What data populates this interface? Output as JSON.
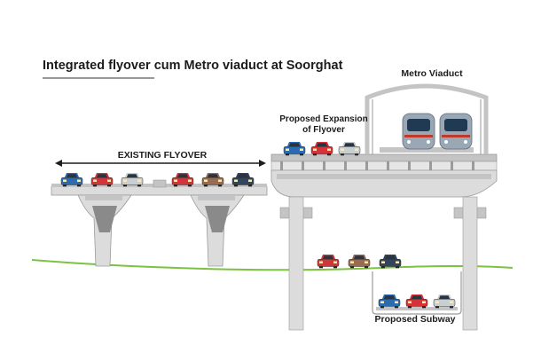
{
  "title": "Integrated flyover cum Metro viaduct at Soorghat",
  "labels": {
    "existing_flyover": "EXISTING FLYOVER",
    "proposed_expansion_line1": "Proposed Expansion",
    "proposed_expansion_line2": "of Flyover",
    "metro_viaduct": "Metro Viaduct",
    "proposed_subway": "Proposed Subway"
  },
  "colors": {
    "structure_light": "#dcdcdc",
    "structure_mid": "#c4c4c4",
    "structure_dark": "#8a8a8a",
    "ground_line": "#7cc242",
    "car_blue": "#2b6cb0",
    "car_red": "#d3343a",
    "car_silver": "#c9ced3",
    "car_brown": "#9a6b4e",
    "car_navy": "#31465c",
    "train_body": "#9aa7b4",
    "train_window": "#1f3a52",
    "train_accent": "#c0392b"
  },
  "vehicle_groups": {
    "existing_flyover_left": [
      "car_blue",
      "car_red",
      "car_silver"
    ],
    "existing_flyover_right": [
      "car_red",
      "car_brown",
      "car_navy"
    ],
    "proposed_expansion": [
      "car_blue",
      "car_red",
      "car_silver"
    ],
    "ground_road": [
      "car_red",
      "car_brown",
      "car_navy"
    ],
    "subway": [
      "car_blue",
      "car_red",
      "car_silver"
    ]
  },
  "icons": [
    "double-arrow-icon",
    "metro-train-icon",
    "car-icon"
  ]
}
